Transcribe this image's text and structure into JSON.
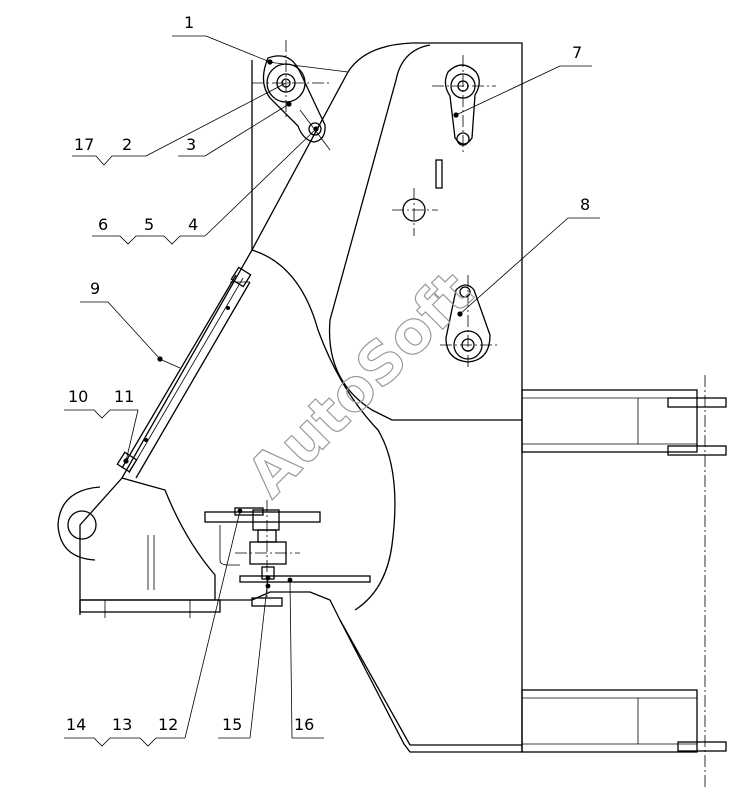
{
  "watermark": "AutoSoft",
  "labels": {
    "l1": "1",
    "l2": "2",
    "l3": "3",
    "l4": "4",
    "l5": "5",
    "l6": "6",
    "l7": "7",
    "l8": "8",
    "l9": "9",
    "l10": "10",
    "l11": "11",
    "l12": "12",
    "l13": "13",
    "l14": "14",
    "l15": "15",
    "l16": "16",
    "l17": "17"
  }
}
